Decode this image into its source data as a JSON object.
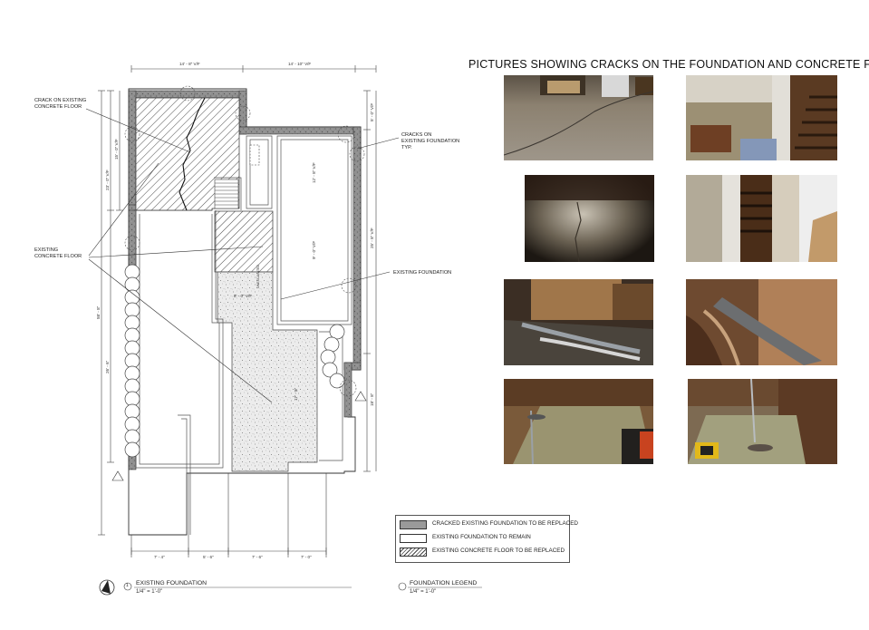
{
  "page_title": "PICTURES SHOWING CRACKS ON THE FOUNDATION AND CONCRETE FLOOR",
  "plan": {
    "dims": {
      "top_left": "14' - 8\" V/F",
      "top_right": "14' - 10\" V/F",
      "left_1": "23' - 0\" V/F",
      "left_2": "15' - 0\" V/F",
      "left_total": "58' - 8\"",
      "left_3": "26' - 6\"",
      "right_1": "5' - 0\" V/F",
      "right_2": "25' - 8\" V/F",
      "right_3": "18' - 8\"",
      "inner_1": "12' - 8\" V/F",
      "inner_2": "9' - 0\" V/F",
      "inner_3": "8' - 0\" V/F",
      "inner_4": "17' - 8\"",
      "bottom_1": "7' - 4\"",
      "bottom_2": "5' - 6\"",
      "bottom_3": "7' - 6\"",
      "bottom_4": "7' - 0\""
    },
    "notes": {
      "crack_floor_1": "CRACK ON EXISTING",
      "crack_floor_2": "CONCRETE FLOOR",
      "cracks_found_1": "CRACKS ON",
      "cracks_found_2": "EXISTING FOUNDATION",
      "cracks_found_3": "TYP.",
      "existing_floor_1": "EXISTING",
      "existing_floor_2": "CONCRETE FLOOR",
      "existing_foundation": "EXISTING FOUNDATION",
      "stair_label": "UNEXCAVATED"
    }
  },
  "legend": {
    "items": [
      {
        "label": "CRACKED EXISTING FOUNDATION TO BE REPLACED"
      },
      {
        "label": "EXISTING FOUNDATION TO REMAIN"
      },
      {
        "label": "EXISTING CONCRETE FLOOR TO BE REPLACED"
      }
    ]
  },
  "captions": {
    "foundation_number": "1",
    "foundation_title": "EXISTING FOUNDATION",
    "foundation_scale": "1/4\" = 1'-0\"",
    "legend_title": "FOUNDATION LEGEND",
    "legend_scale": "1/4\" = 1'-0\""
  },
  "colors": {
    "cracked_foundation": "#9a9a9a",
    "foundation_remain": "#ffffff",
    "floor_replace_hatch": "#444444",
    "floor_speckle": "#e6e6e6"
  }
}
